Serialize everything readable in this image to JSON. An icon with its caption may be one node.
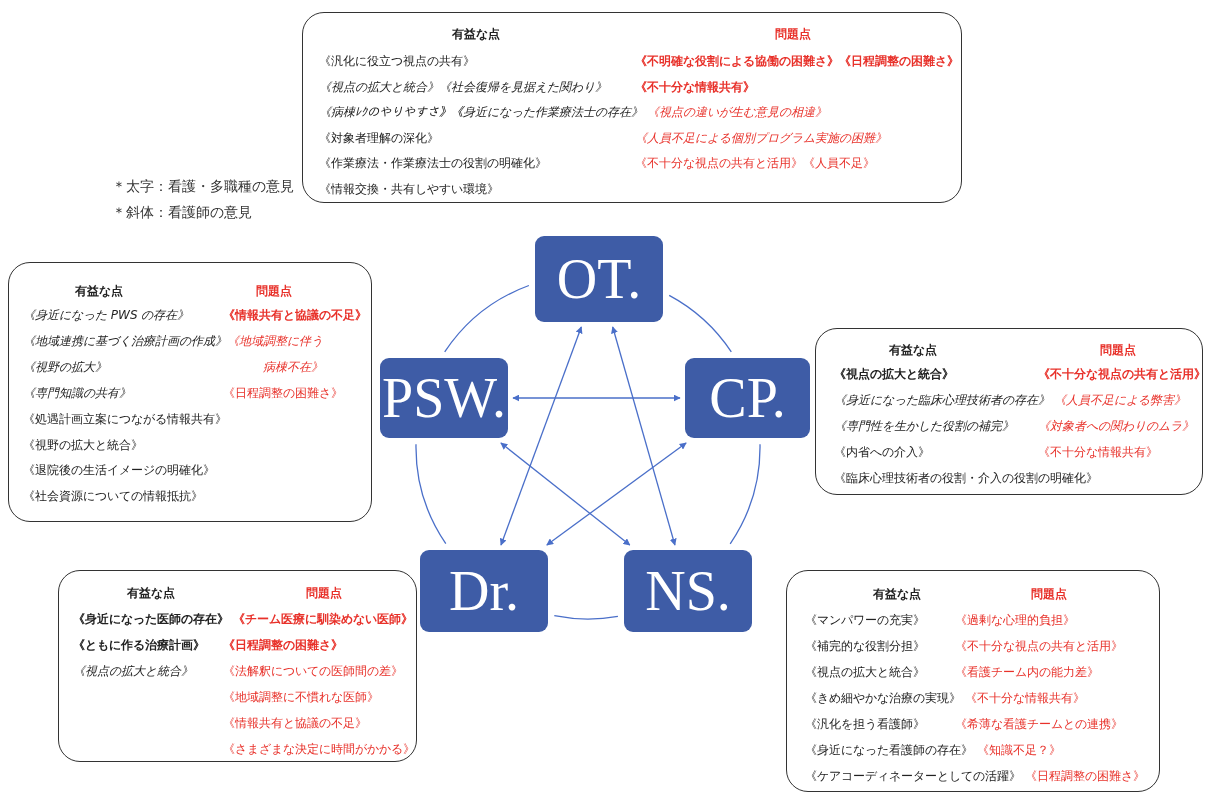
{
  "diagram": {
    "nodes": [
      {
        "text": [
          "有益な点",
          "問題点",
          "《汎化に役立つ視点の共有》",
          "《不明確な役割による協働の困難さ》《日程調整の困難さ》",
          "《視点の拡大と統合》《社会復帰を見据えた関わり》",
          "《不十分な情報共有》",
          "《病棟ﾚｸのやりやすさ》《身近になった作業療法士の存在》",
          "《視点の違いが生む意見の相違》",
          "《対象者理解の深化》",
          "《人員不足による個別プログラム実施の困難》",
          "《作業療法・作業療法士の役割の明確化》",
          "《不十分な視点の共有と活用》《人員不足》",
          "《情報交換・共有しやすい環境》"
        ]
      },
      {
        "text": [
          "OT."
        ]
      },
      {
        "text": [
          "有益な点",
          "問題点",
          "《身近になった PWS の存在》",
          "《情報共有と協議の不足》",
          "《地域連携に基づく治療計画の作成》",
          "《地域調整に伴う病棟不在》",
          "《視野の拡大》",
          "《専門知識の共有》",
          "《日程調整の困難さ》",
          "《処遇計画立案につながる情報共有》",
          "《視野の拡大と統合》",
          "《退院後の生活イメージの明確化》",
          "《社会資源についての情報抵抗》"
        ]
      },
      {
        "text": [
          "PSW."
        ]
      },
      {
        "text": [
          "CP."
        ]
      },
      {
        "text": [
          "有益な点",
          "問題点",
          "《視点の拡大と統合》",
          "《不十分な視点の共有と活用》",
          "《身近になった臨床心理技術者の存在》",
          "《人員不足による弊害》",
          "《専門性を生かした役割の補完》",
          "《対象者への関わりのムラ》",
          "《内省への介入》",
          "《不十分な情報共有》",
          "《臨床心理技術者の役割・介入の役割の明確化》"
        ]
      },
      {
        "text": [
          "Dr."
        ]
      },
      {
        "text": [
          "NS."
        ]
      },
      {
        "text": [
          "有益な点",
          "問題点",
          "《身近になった医師の存在》",
          "《チーム医療に馴染めない医師》",
          "《ともに作る治療計画》",
          "《日程調整の困難さ》",
          "《視点の拡大と統合》",
          "《法解釈についての医師間の差》",
          "《地域調整に不慣れな医師》",
          "《情報共有と協議の不足》",
          "《さまざまな決定に時間がかかる》"
        ]
      },
      {
        "text": [
          "有益な点",
          "問題点",
          "《マンパワーの充実》",
          "《過剰な心理的負担》",
          "《補完的な役割分担》",
          "《不十分な視点の共有と活用》",
          "《視点の拡大と統合》",
          "《看護チーム内の能力差》",
          "《きめ細やかな治療の実現》",
          "《不十分な情報共有》",
          "《汎化を担う看護師》",
          "《希薄な看護チームとの連携》",
          "《身近になった看護師の存在》",
          "《知識不足？》",
          "《ケアコーディネーターとしての活躍》",
          "《日程調整の困難さ》"
        ]
      }
    ],
    "edges": [
      {
        "from": 1,
        "to": 4,
        "arrow": "none"
      },
      {
        "from": 4,
        "to": 7,
        "arrow": "none"
      },
      {
        "from": 7,
        "to": 6,
        "arrow": "none"
      },
      {
        "from": 6,
        "to": 3,
        "arrow": "none"
      },
      {
        "from": 3,
        "to": 1,
        "arrow": "none"
      },
      {
        "from": 3,
        "to": 4,
        "arrow": "both"
      },
      {
        "from": 3,
        "to": 7,
        "arrow": "both"
      },
      {
        "from": 1,
        "to": 6,
        "arrow": "both"
      },
      {
        "from": 1,
        "to": 7,
        "arrow": "both"
      },
      {
        "from": 4,
        "to": 6,
        "arrow": "both"
      }
    ],
    "labels": [
      "＊太字：看護・多職種の意見",
      "＊斜体：看護師の意見"
    ]
  }
}
